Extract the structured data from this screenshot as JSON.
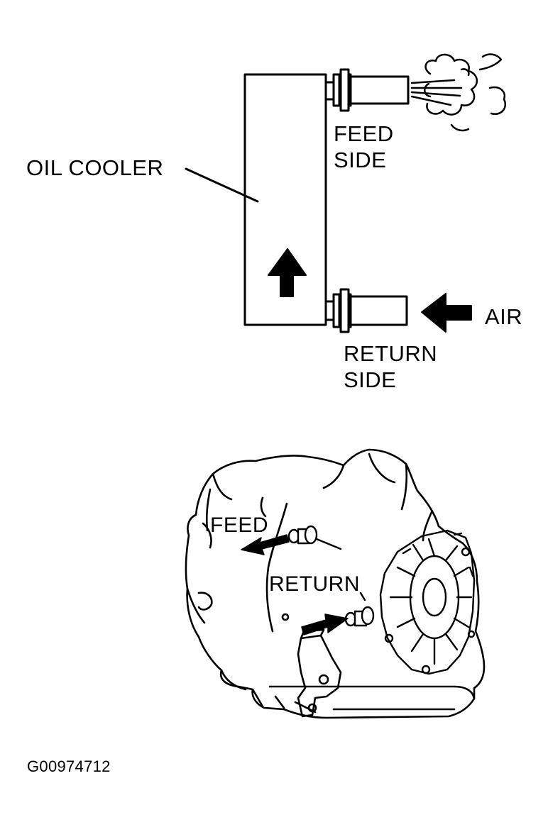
{
  "oil_cooler": {
    "label": "OIL COOLER",
    "feed_side": [
      "FEED",
      "SIDE"
    ],
    "return_side": [
      "RETURN",
      "SIDE"
    ],
    "air": "AIR"
  },
  "transmission": {
    "feed": "FEED",
    "return": "RETURN"
  },
  "figure_code": "G00974712"
}
